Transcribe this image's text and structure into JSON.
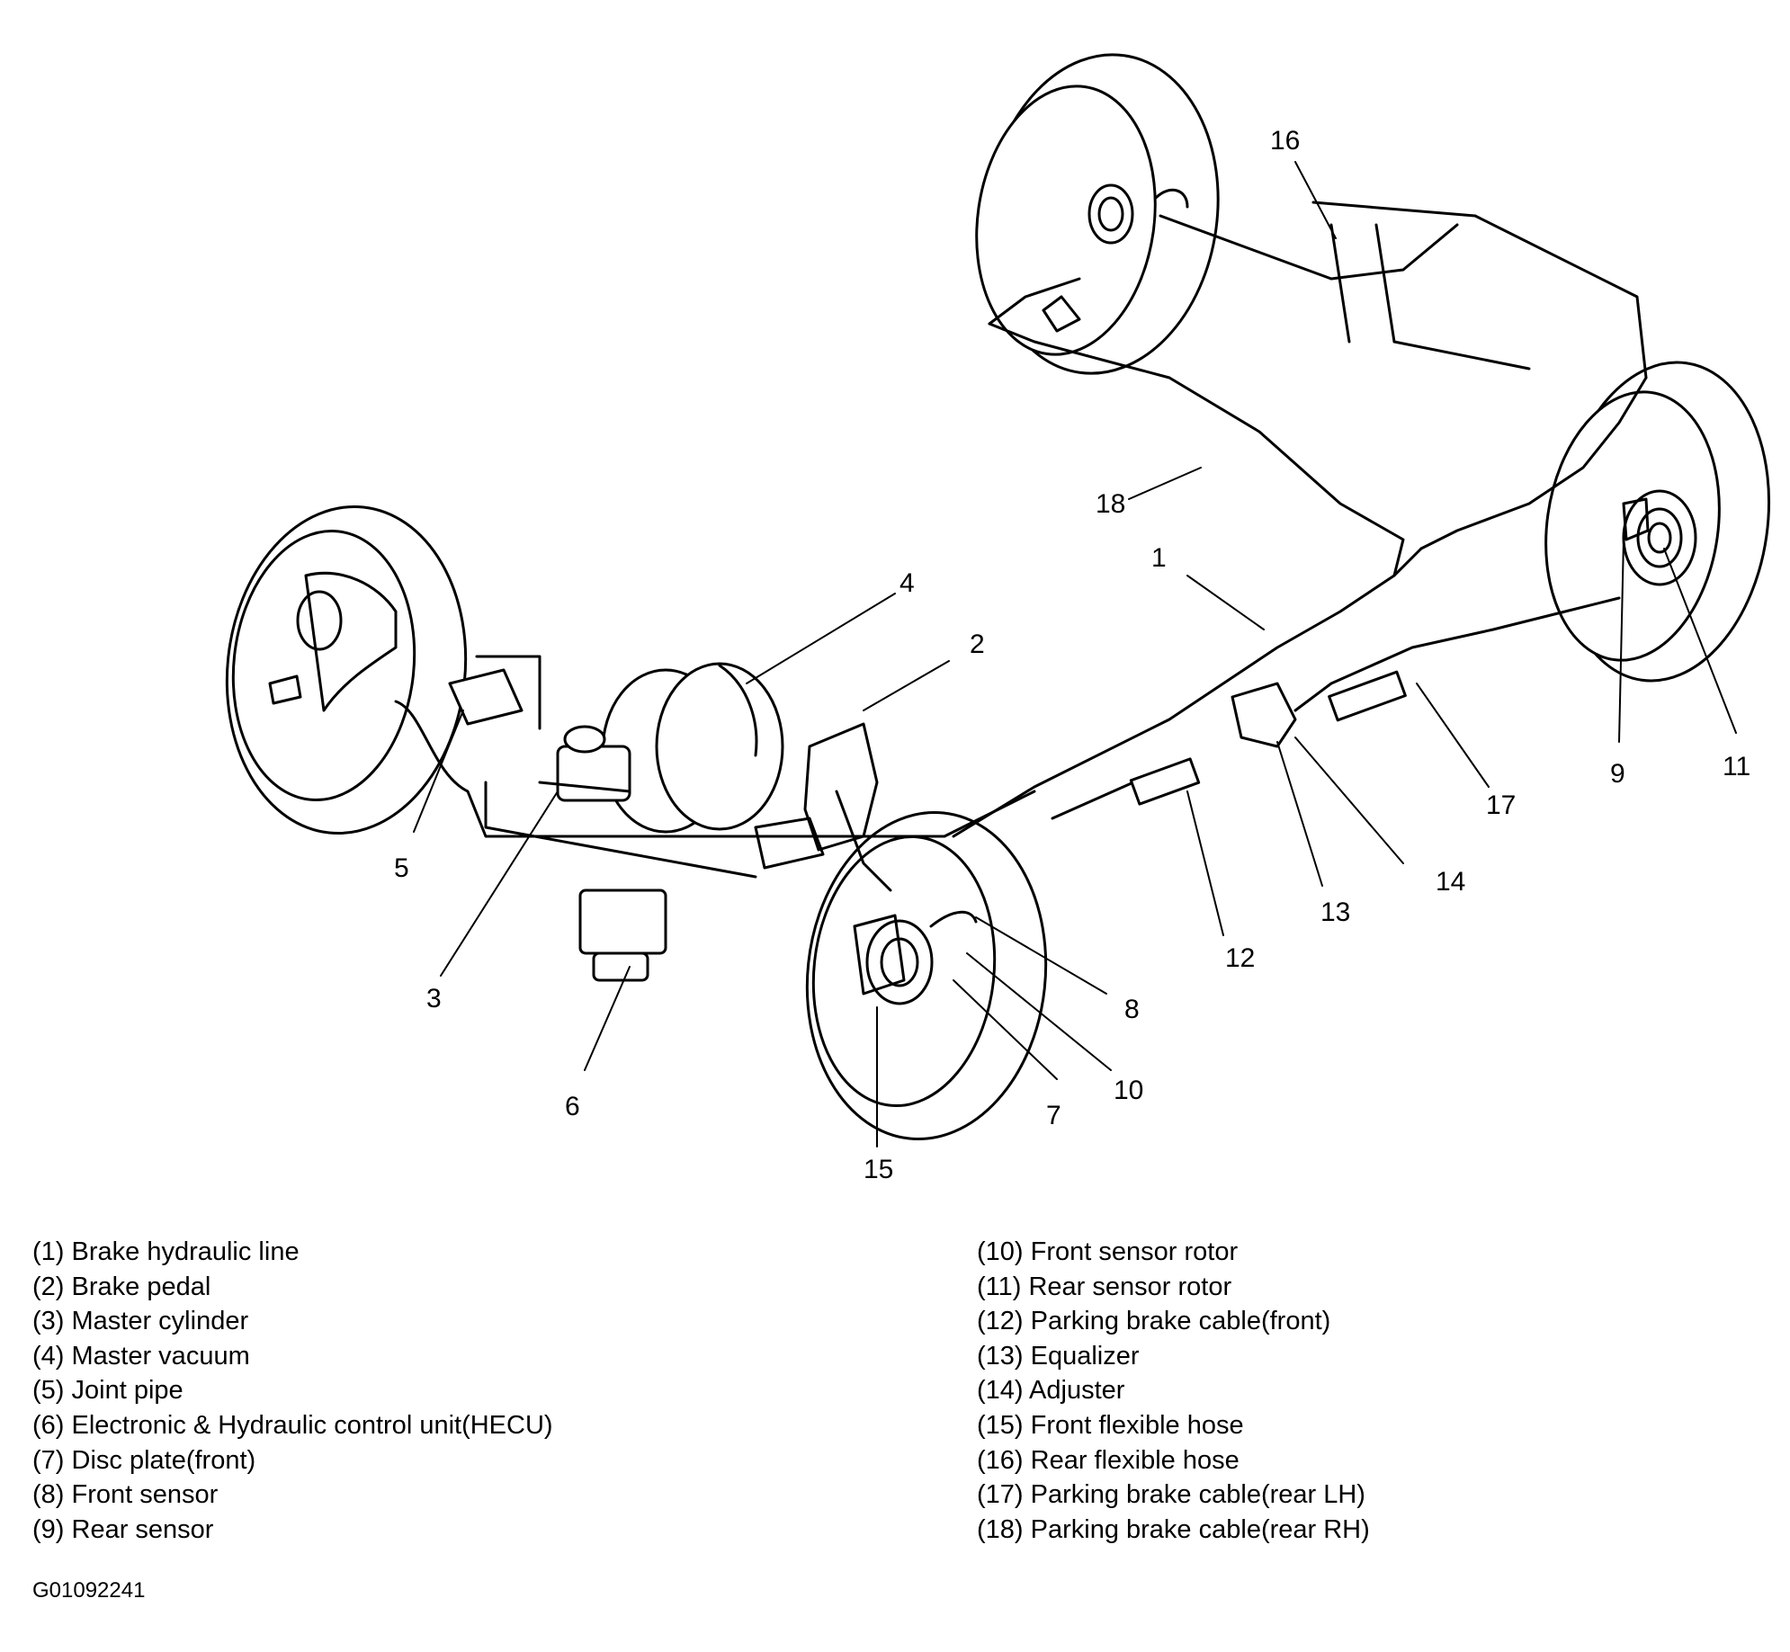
{
  "callouts": [
    "1",
    "2",
    "3",
    "4",
    "5",
    "6",
    "7",
    "8",
    "9",
    "10",
    "11",
    "12",
    "13",
    "14",
    "15",
    "16",
    "17",
    "18"
  ],
  "legend": {
    "left": [
      "(1) Brake hydraulic line",
      "(2) Brake pedal",
      "(3) Master cylinder",
      "(4) Master vacuum",
      "(5) Joint pipe",
      "(6) Electronic & Hydraulic control unit(HECU)",
      "(7) Disc plate(front)",
      "(8) Front  sensor",
      "(9) Rear sensor"
    ],
    "right": [
      "(10) Front sensor rotor",
      "(11) Rear sensor rotor",
      "(12) Parking brake cable(front)",
      "(13) Equalizer",
      "(14) Adjuster",
      "(15) Front flexible hose",
      "(16) Rear flexible hose",
      "(17) Parking brake cable(rear LH)",
      "(18) Parking brake cable(rear RH)"
    ]
  },
  "figure_code": "G01092241"
}
